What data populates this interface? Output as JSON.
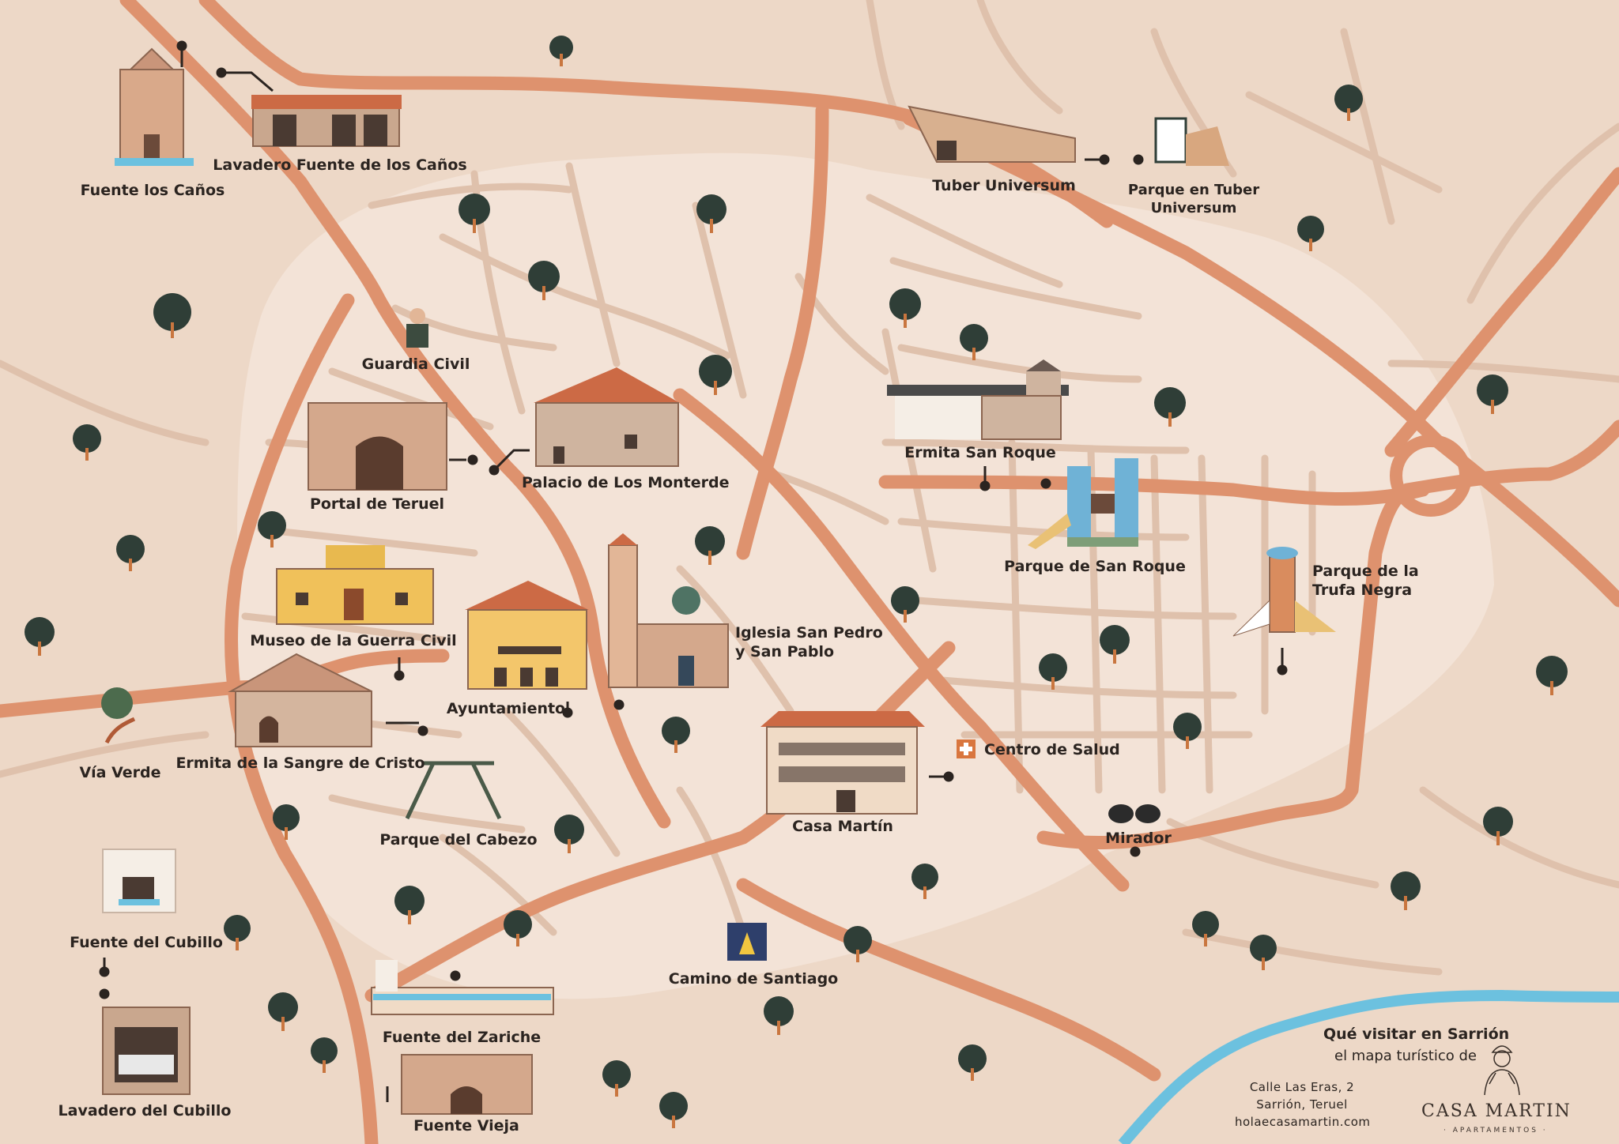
{
  "map": {
    "colors": {
      "land": "#EDD8C7",
      "town": "#F3E3D7",
      "road": "#DE926E",
      "street": "#DFC1AC",
      "river": "#6CC1DF",
      "tree": "#2F3E37",
      "trunk": "#C9763F",
      "text": "#2B2420"
    },
    "labels": [
      {
        "id": "fuente-los-canos",
        "name": "Fuente los Caños"
      },
      {
        "id": "lavadero-fuente-canos",
        "name": "Lavadero Fuente de los Caños"
      },
      {
        "id": "tuber-universum",
        "name": "Tuber Universum"
      },
      {
        "id": "parque-tuber",
        "name": "Parque en Tuber Universum"
      },
      {
        "id": "guardia-civil",
        "name": "Guardia Civil"
      },
      {
        "id": "palacio-monterde",
        "name": "Palacio de Los Monterde"
      },
      {
        "id": "portal-teruel",
        "name": "Portal de Teruel"
      },
      {
        "id": "ermita-san-roque",
        "name": "Ermita San Roque"
      },
      {
        "id": "parque-san-roque",
        "name": "Parque de San Roque"
      },
      {
        "id": "parque-trufa",
        "name": "Parque de la Trufa Negra"
      },
      {
        "id": "museo-guerra",
        "name": "Museo de la Guerra Civil"
      },
      {
        "id": "iglesia",
        "name": "Iglesia San Pedro y San Pablo"
      },
      {
        "id": "ayuntamiento",
        "name": "Ayuntamiento"
      },
      {
        "id": "via-verde",
        "name": "Vía Verde"
      },
      {
        "id": "ermita-sangre",
        "name": "Ermita de la Sangre de Cristo"
      },
      {
        "id": "centro-salud",
        "name": "Centro de Salud"
      },
      {
        "id": "casa-martin",
        "name": "Casa Martín"
      },
      {
        "id": "parque-cabezo",
        "name": "Parque del Cabezo"
      },
      {
        "id": "mirador",
        "name": "Mirador"
      },
      {
        "id": "fuente-cubillo",
        "name": "Fuente del Cubillo"
      },
      {
        "id": "camino-santiago",
        "name": "Camino de Santiago"
      },
      {
        "id": "fuente-zariche",
        "name": "Fuente del Zariche"
      },
      {
        "id": "lavadero-cubillo",
        "name": "Lavadero del Cubillo"
      },
      {
        "id": "fuente-vieja",
        "name": "Fuente Vieja"
      }
    ],
    "labels_split": {
      "parque_tuber": [
        "Parque en Tuber",
        "Universum"
      ],
      "parque_trufa": [
        "Parque de la",
        "Trufa Negra"
      ],
      "iglesia": [
        "Iglesia San Pedro",
        "y San Pablo"
      ]
    }
  },
  "legend": {
    "title": "Qué visitar en Sarrión",
    "subtitle": "el mapa turístico de",
    "address": [
      "Calle Las Eras, 2",
      "Sarrión, Teruel",
      "holaecasamartin.com"
    ],
    "brand": "CASA MARTIN",
    "brand_sub": "· APARTAMENTOS ·"
  }
}
